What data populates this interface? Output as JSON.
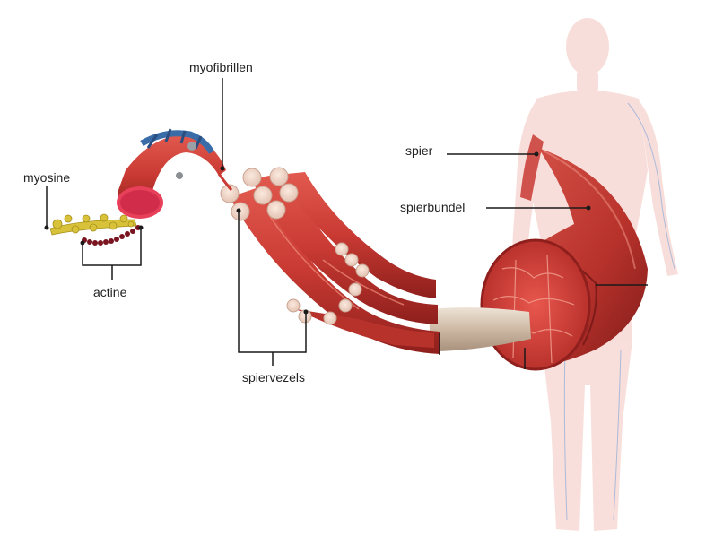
{
  "labels": {
    "myofibrillen": "myofibrillen",
    "myosine": "myosine",
    "actine": "actine",
    "spiervezels": "spiervezels",
    "spier": "spier",
    "spierbundel": "spierbundel"
  },
  "colors": {
    "muscle_red": "#c93a33",
    "muscle_dark": "#8e1f1c",
    "tendon": "#d9c9b8",
    "myosine_yellow": "#d8c23a",
    "actine_maroon": "#7a1420",
    "body_pink": "#f3c4bd",
    "leader_line": "#1a1a1a"
  }
}
